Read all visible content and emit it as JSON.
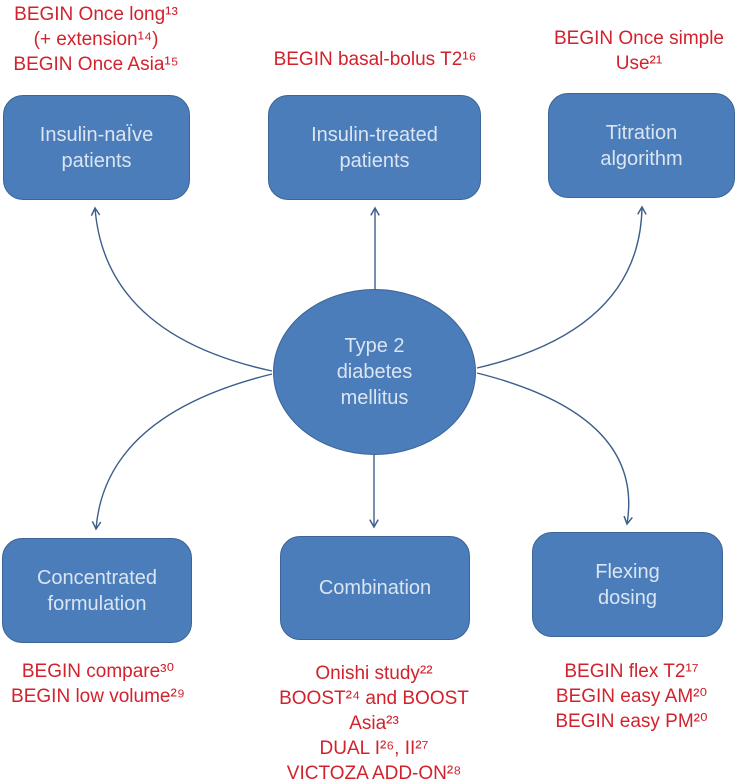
{
  "figure": {
    "center_node": {
      "text": "Type 2\ndiabetes\nmellitus"
    },
    "nodes": {
      "top_left": {
        "text": "Insulin-naÏve\npatients"
      },
      "top_center": {
        "text": "Insulin-treated\npatients"
      },
      "top_right": {
        "text": "Titration\nalgorithm"
      },
      "bottom_left": {
        "text": "Concentrated\nformulation"
      },
      "bottom_center": {
        "text": "Combination"
      },
      "bottom_right": {
        "text": "Flexing\ndosing"
      }
    },
    "study_labels": {
      "top_left": {
        "text": "BEGIN Once long¹³\n(+ extension¹⁴)\nBEGIN Once Asia¹⁵"
      },
      "top_center": {
        "text": "BEGIN basal-bolus T2¹⁶"
      },
      "top_right": {
        "text": "BEGIN Once simple\nUse²¹"
      },
      "bottom_left": {
        "text": "BEGIN compare³⁰\nBEGIN low volume²⁹"
      },
      "bottom_center": {
        "text": "Onishi study²²\nBOOST²⁴ and BOOST\nAsia²³\nDUAL I²⁶, II²⁷\nVICTOZA ADD-ON²⁸"
      },
      "bottom_right": {
        "text": "BEGIN flex T2¹⁷\nBEGIN easy AM²⁰\nBEGIN easy PM²⁰"
      }
    },
    "colors": {
      "node_fill": "#4a7dba",
      "node_border": "#3c6496",
      "node_text": "#dbe5f2",
      "study_text": "#d2222d",
      "connector": "#3d5e8a"
    }
  }
}
